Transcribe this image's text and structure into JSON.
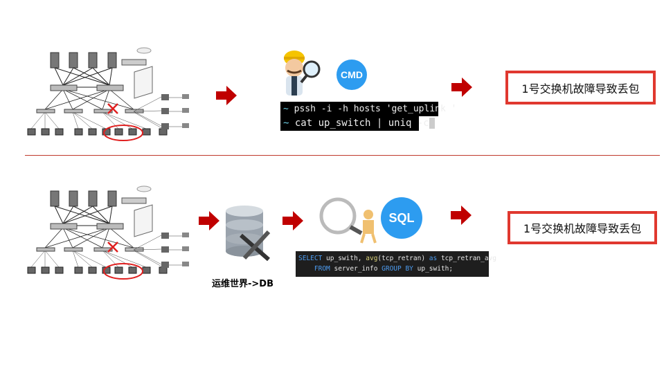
{
  "top": {
    "terminal": [
      {
        "prompt": "~",
        "command": "pssh -i -h hosts 'get_uplink '"
      },
      {
        "prompt": "~",
        "command": "cat up_switch | uniq -c"
      }
    ],
    "badge": "CMD",
    "result": "1号交换机故障导致丢包"
  },
  "bottom": {
    "db_caption": "运维世界->DB",
    "badge": "SQL",
    "sql": {
      "kw1": "SELECT",
      "p1": " up_swith, ",
      "fn": "avg",
      "p2": "(tcp_retran) ",
      "kw2": "as",
      "p3": " tcp_retran_avg",
      "kw3": "FROM",
      "p4": " server_info ",
      "kw4": "GROUP BY",
      "p5": " up_swith;"
    },
    "result": "1号交换机故障导致丢包"
  },
  "colors": {
    "accent_red": "#e0382f",
    "arrow_red": "#c00000",
    "badge_blue": "#2d9cf0",
    "divider": "#c0392b"
  }
}
